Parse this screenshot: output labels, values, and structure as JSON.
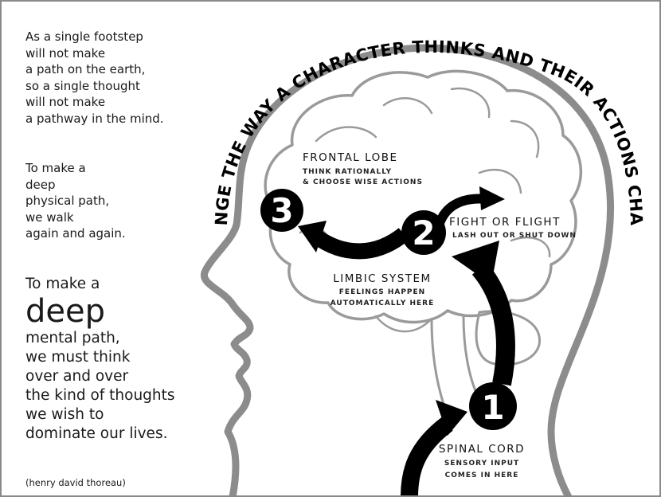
{
  "quote": {
    "stanza1": [
      "As a single footstep",
      "will not make",
      "a path on the earth,",
      "so a single thought",
      "will not make",
      "a pathway in the mind."
    ],
    "stanza2": [
      "To make a",
      "deep",
      "physical path,",
      "we walk",
      "again and again."
    ],
    "stanza3_intro": "To make a",
    "stanza3_big": "deep",
    "stanza3": [
      "mental path,",
      "we must think",
      "over and over",
      "the kind of thoughts",
      "we wish to",
      "dominate our lives."
    ],
    "attribution": "(henry david thoreau)"
  },
  "diagram": {
    "arc_title": "CHANGE THE WAY A CHARACTER THINKS AND THEIR ACTIONS CHANGE",
    "frontal_lobe": {
      "title": "FRONTAL LOBE",
      "line1": "THINK RATIONALLY",
      "line2": "& CHOOSE WISE ACTIONS"
    },
    "fight_flight": {
      "title": "FIGHT OR FLIGHT",
      "line1": "LASH OUT OR SHUT DOWN"
    },
    "limbic": {
      "title": "LIMBIC SYSTEM",
      "line1": "FEELINGS HAPPEN",
      "line2": "AUTOMATICALLY HERE"
    },
    "spinal": {
      "title": "SPINAL CORD",
      "line1": "SENSORY INPUT",
      "line2": "COMES IN HERE"
    },
    "steps": [
      "1",
      "2",
      "3"
    ]
  },
  "colors": {
    "head_outline": "#8c8c8c",
    "brain_outline": "#9a9a9a",
    "arrow": "#000000",
    "text": "#1a1a1a"
  }
}
